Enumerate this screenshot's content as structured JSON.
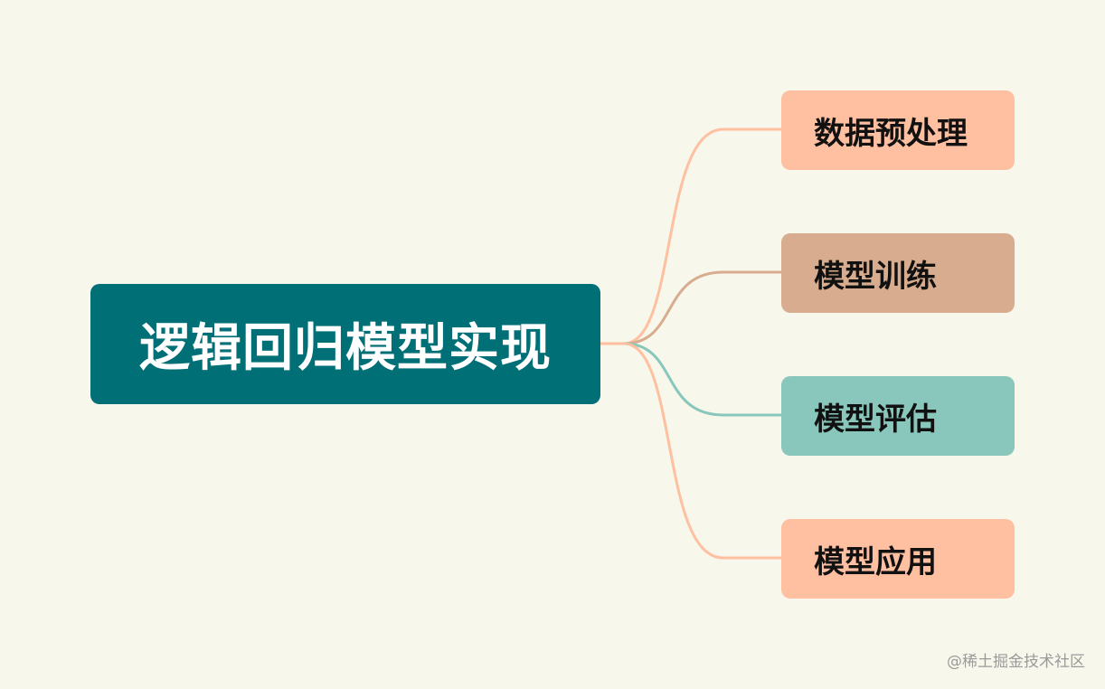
{
  "root": {
    "label": "逻辑回归模型实现",
    "color": "#006f76"
  },
  "branches": [
    {
      "label": "数据预处理",
      "color": "#ffbfa1",
      "line_color": "#ffbfa1"
    },
    {
      "label": "模型训练",
      "color": "#d8ad8f",
      "line_color": "#d8ad8f"
    },
    {
      "label": "模型评估",
      "color": "#89c6bc",
      "line_color": "#89c6bc"
    },
    {
      "label": "模型应用",
      "color": "#ffbfa1",
      "line_color": "#ffbfa1"
    }
  ],
  "watermark": "@稀土掘金技术社区",
  "background": "#f8f7ec"
}
